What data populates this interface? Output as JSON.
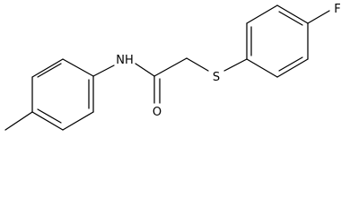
{
  "molecule": {
    "atoms": {
      "fluorine": "F",
      "sulfur": "S",
      "oxygen": "O",
      "nitrogen_hydrogen": "NH"
    },
    "colors": {
      "bond": "#000000",
      "label": "#000000",
      "background": "#ffffff"
    }
  }
}
